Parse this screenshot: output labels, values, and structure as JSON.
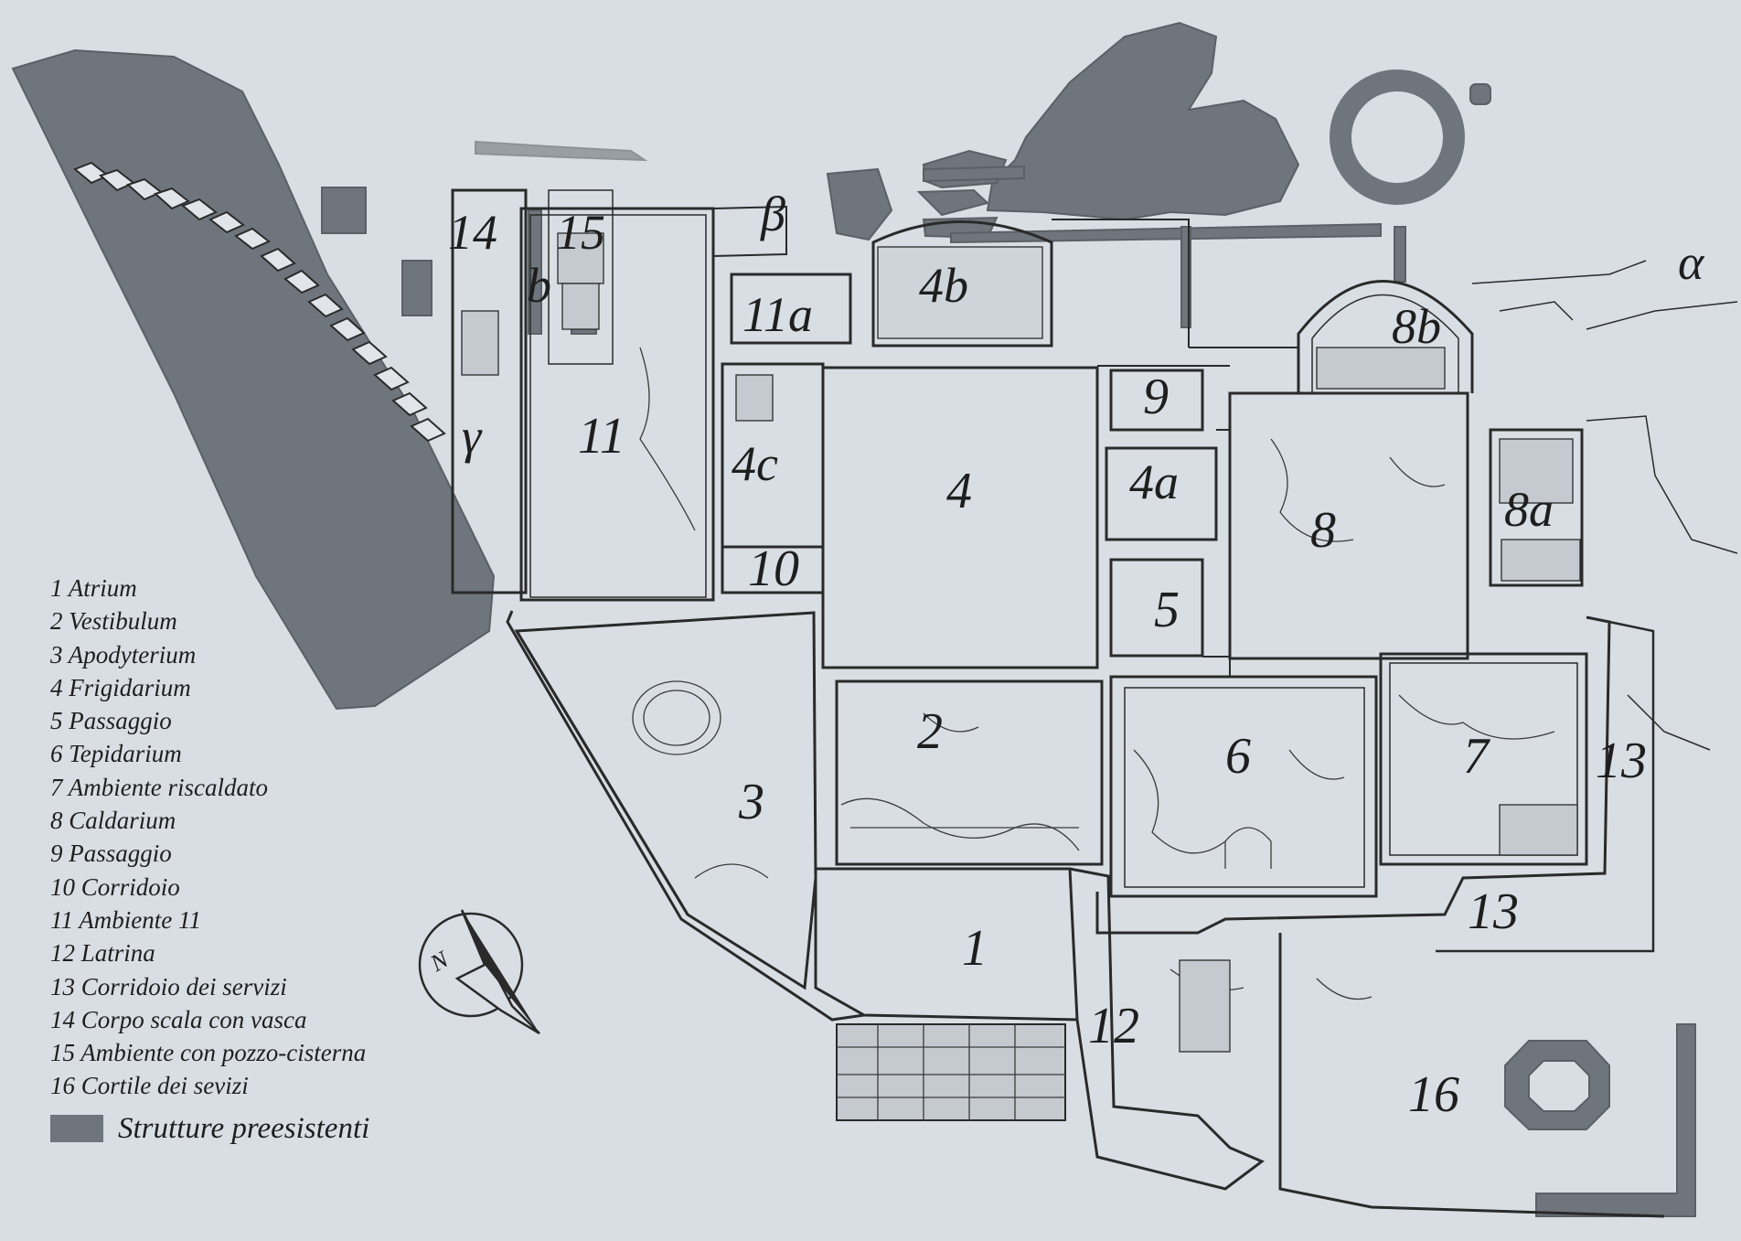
{
  "plan": {
    "colors": {
      "background": "#d9dee4",
      "preexisting": "#6f757c",
      "line": "#2a2a2a"
    },
    "room_labels": {
      "r1": "1",
      "r2": "2",
      "r3": "3",
      "r4": "4",
      "r4a": "4a",
      "r4b": "4b",
      "r4c": "4c",
      "r5": "5",
      "r6": "6",
      "r7": "7",
      "r8": "8",
      "r8a": "8a",
      "r8b": "8b",
      "r9": "9",
      "r10": "10",
      "r11": "11",
      "r11a": "11a",
      "r12": "12",
      "r13a": "13",
      "r13b": "13",
      "r14": "14",
      "r15": "15",
      "r16": "16",
      "b": "b",
      "alpha": "α",
      "beta": "β",
      "gamma": "γ"
    },
    "north_arrow_letter": "N"
  },
  "legend": {
    "items": [
      "1 Atrium",
      "2 Vestibulum",
      "3 Apodyterium",
      "4 Frigidarium",
      "5 Passaggio",
      "6 Tepidarium",
      "7 Ambiente riscaldato",
      "8 Caldarium",
      "9 Passaggio",
      "10 Corridoio",
      "11 Ambiente 11",
      "12 Latrina",
      "13 Corridoio dei servizi",
      "14 Corpo scala con vasca",
      "15 Ambiente con pozzo-cisterna",
      "16 Cortile dei sevizi"
    ],
    "preexisting_label": "Strutture preesistenti"
  }
}
